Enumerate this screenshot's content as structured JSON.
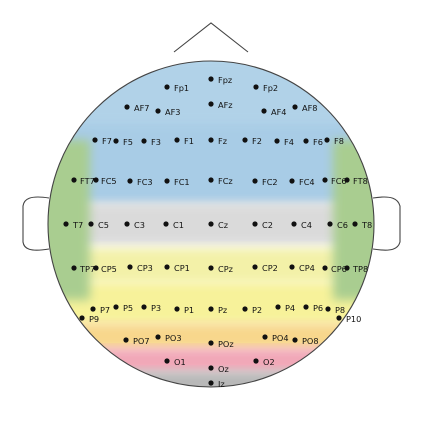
{
  "diagram": {
    "colors": {
      "frontal_blue": "#a8cce6",
      "frontal_light": "#b9d8ea",
      "central_gray": "#dadada",
      "centroparietal_yellow": "#f3f1a8",
      "parietal_yellow": "#f7f29a",
      "parieto_occipital_orange": "#f8d78c",
      "occipital_pink": "#f1a7b7",
      "inion_gray": "#b8b8b8",
      "temporal_green": "#a9cd90",
      "outline": "#444444",
      "electrode": "#111111"
    },
    "electrodes": [
      {
        "label": "Fp1",
        "dot": [
          167,
          87
        ],
        "text": [
          174,
          91
        ]
      },
      {
        "label": "Fpz",
        "dot": [
          211,
          79
        ],
        "text": [
          218,
          83
        ]
      },
      {
        "label": "Fp2",
        "dot": [
          256,
          87
        ],
        "text": [
          263,
          91
        ]
      },
      {
        "label": "AF7",
        "dot": [
          127,
          107
        ],
        "text": [
          134,
          111
        ]
      },
      {
        "label": "AF3",
        "dot": [
          158,
          111
        ],
        "text": [
          165,
          115
        ]
      },
      {
        "label": "AFz",
        "dot": [
          211,
          104
        ],
        "text": [
          218,
          108
        ]
      },
      {
        "label": "AF4",
        "dot": [
          264,
          111
        ],
        "text": [
          271,
          115
        ]
      },
      {
        "label": "AF8",
        "dot": [
          295,
          107
        ],
        "text": [
          302,
          111
        ]
      },
      {
        "label": "F7",
        "dot": [
          95,
          140
        ],
        "text": [
          102,
          144
        ]
      },
      {
        "label": "F5",
        "dot": [
          116,
          141
        ],
        "text": [
          123,
          145
        ]
      },
      {
        "label": "F3",
        "dot": [
          144,
          141
        ],
        "text": [
          151,
          145
        ]
      },
      {
        "label": "F1",
        "dot": [
          177,
          140
        ],
        "text": [
          184,
          144
        ]
      },
      {
        "label": "Fz",
        "dot": [
          211,
          140
        ],
        "text": [
          218,
          144
        ]
      },
      {
        "label": "F2",
        "dot": [
          245,
          140
        ],
        "text": [
          252,
          144
        ]
      },
      {
        "label": "F4",
        "dot": [
          277,
          141
        ],
        "text": [
          284,
          145
        ]
      },
      {
        "label": "F6",
        "dot": [
          306,
          141
        ],
        "text": [
          313,
          145
        ]
      },
      {
        "label": "F8",
        "dot": [
          327,
          140
        ],
        "text": [
          334,
          144
        ]
      },
      {
        "label": "FT7",
        "dot": [
          74,
          180
        ],
        "text": [
          80,
          184
        ]
      },
      {
        "label": "FC5",
        "dot": [
          96,
          180
        ],
        "text": [
          101,
          184
        ]
      },
      {
        "label": "FC3",
        "dot": [
          130,
          181
        ],
        "text": [
          137,
          185
        ]
      },
      {
        "label": "FC1",
        "dot": [
          167,
          181
        ],
        "text": [
          174,
          185
        ]
      },
      {
        "label": "FCz",
        "dot": [
          211,
          180
        ],
        "text": [
          218,
          184
        ]
      },
      {
        "label": "FC2",
        "dot": [
          255,
          181
        ],
        "text": [
          262,
          185
        ]
      },
      {
        "label": "FC4",
        "dot": [
          292,
          181
        ],
        "text": [
          299,
          185
        ]
      },
      {
        "label": "FC6",
        "dot": [
          325,
          180
        ],
        "text": [
          331,
          184
        ]
      },
      {
        "label": "FT8",
        "dot": [
          347,
          180
        ],
        "text": [
          353,
          184
        ]
      },
      {
        "label": "T7",
        "dot": [
          66,
          224
        ],
        "text": [
          73,
          228
        ]
      },
      {
        "label": "C5",
        "dot": [
          91,
          224
        ],
        "text": [
          98,
          228
        ]
      },
      {
        "label": "C3",
        "dot": [
          127,
          224
        ],
        "text": [
          134,
          228
        ]
      },
      {
        "label": "C1",
        "dot": [
          166,
          224
        ],
        "text": [
          173,
          228
        ]
      },
      {
        "label": "Cz",
        "dot": [
          211,
          224
        ],
        "text": [
          218,
          228
        ]
      },
      {
        "label": "C2",
        "dot": [
          255,
          224
        ],
        "text": [
          262,
          228
        ]
      },
      {
        "label": "C4",
        "dot": [
          294,
          224
        ],
        "text": [
          301,
          228
        ]
      },
      {
        "label": "C6",
        "dot": [
          330,
          224
        ],
        "text": [
          337,
          228
        ]
      },
      {
        "label": "T8",
        "dot": [
          355,
          224
        ],
        "text": [
          362,
          228
        ]
      },
      {
        "label": "TP7",
        "dot": [
          74,
          268
        ],
        "text": [
          80,
          272
        ]
      },
      {
        "label": "CP5",
        "dot": [
          96,
          268
        ],
        "text": [
          101,
          272
        ]
      },
      {
        "label": "CP3",
        "dot": [
          130,
          267
        ],
        "text": [
          137,
          271
        ]
      },
      {
        "label": "CP1",
        "dot": [
          167,
          267
        ],
        "text": [
          174,
          271
        ]
      },
      {
        "label": "CPz",
        "dot": [
          211,
          268
        ],
        "text": [
          218,
          272
        ]
      },
      {
        "label": "CP2",
        "dot": [
          255,
          267
        ],
        "text": [
          262,
          271
        ]
      },
      {
        "label": "CP4",
        "dot": [
          292,
          267
        ],
        "text": [
          299,
          271
        ]
      },
      {
        "label": "CP6",
        "dot": [
          325,
          268
        ],
        "text": [
          331,
          272
        ]
      },
      {
        "label": "TP8",
        "dot": [
          347,
          268
        ],
        "text": [
          353,
          272
        ]
      },
      {
        "label": "P9",
        "dot": [
          82,
          318
        ],
        "text": [
          89,
          322
        ]
      },
      {
        "label": "P7",
        "dot": [
          93,
          309
        ],
        "text": [
          100,
          313
        ]
      },
      {
        "label": "P5",
        "dot": [
          116,
          307
        ],
        "text": [
          123,
          311
        ]
      },
      {
        "label": "P3",
        "dot": [
          144,
          307
        ],
        "text": [
          151,
          311
        ]
      },
      {
        "label": "P1",
        "dot": [
          177,
          309
        ],
        "text": [
          184,
          313
        ]
      },
      {
        "label": "Pz",
        "dot": [
          211,
          309
        ],
        "text": [
          218,
          313
        ]
      },
      {
        "label": "P2",
        "dot": [
          245,
          309
        ],
        "text": [
          252,
          313
        ]
      },
      {
        "label": "P4",
        "dot": [
          278,
          307
        ],
        "text": [
          285,
          311
        ]
      },
      {
        "label": "P6",
        "dot": [
          306,
          307
        ],
        "text": [
          313,
          311
        ]
      },
      {
        "label": "P8",
        "dot": [
          328,
          309
        ],
        "text": [
          335,
          313
        ]
      },
      {
        "label": "P10",
        "dot": [
          339,
          318
        ],
        "text": [
          346,
          322
        ]
      },
      {
        "label": "PO7",
        "dot": [
          126,
          340
        ],
        "text": [
          133,
          344
        ]
      },
      {
        "label": "PO3",
        "dot": [
          158,
          337
        ],
        "text": [
          165,
          341
        ]
      },
      {
        "label": "POz",
        "dot": [
          211,
          343
        ],
        "text": [
          218,
          347
        ]
      },
      {
        "label": "PO4",
        "dot": [
          265,
          337
        ],
        "text": [
          272,
          341
        ]
      },
      {
        "label": "PO8",
        "dot": [
          295,
          340
        ],
        "text": [
          302,
          344
        ]
      },
      {
        "label": "O1",
        "dot": [
          167,
          361
        ],
        "text": [
          174,
          365
        ]
      },
      {
        "label": "Oz",
        "dot": [
          211,
          368
        ],
        "text": [
          218,
          372
        ]
      },
      {
        "label": "O2",
        "dot": [
          256,
          361
        ],
        "text": [
          263,
          365
        ]
      },
      {
        "label": "Iz",
        "dot": [
          211,
          383
        ],
        "text": [
          218,
          387
        ]
      }
    ]
  }
}
